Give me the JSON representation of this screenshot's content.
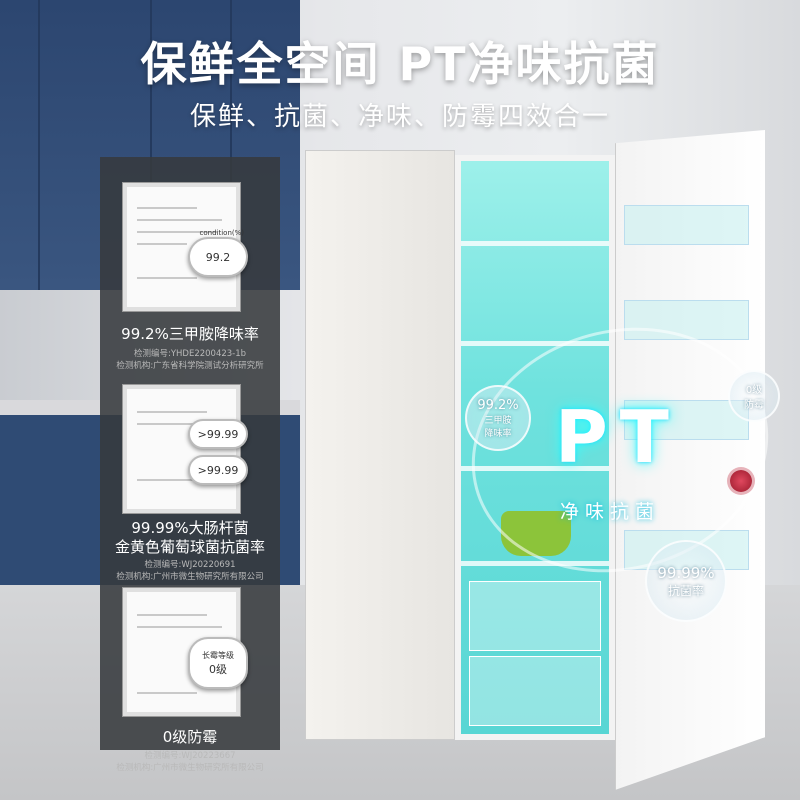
{
  "header": {
    "title": "保鲜全空间 PT净味抗菌",
    "subtitle": "保鲜、抗菌、净味、防霉四效合一"
  },
  "certificates": [
    {
      "lens_value": "99.2",
      "lens_label": "condition(%)",
      "title": "99.2%三甲胺降味率",
      "report_no": "检测编号:YHDE2200423-1b",
      "agency": "检测机构:广东省科学院测试分析研究所"
    },
    {
      "lens_value": ">99.99",
      "lens_value2": ">99.99",
      "title_line1": "99.99%大肠杆菌",
      "title_line2": "金黄色葡萄球菌抗菌率",
      "report_no": "检测编号:WJ20220691",
      "agency": "检测机构:广州市微生物研究所有限公司"
    },
    {
      "lens_label": "长霉等级",
      "lens_value": "0级",
      "title": "0级防霉",
      "report_no": "检测编号:WJ20223667",
      "agency": "检测机构:广州市微生物研究所有限公司"
    }
  ],
  "overlay": {
    "logo": "PT",
    "logo_sub": "净味抗菌",
    "badge_deodor": {
      "value": "99.2%",
      "label1": "三甲胺",
      "label2": "降味率"
    },
    "badge_mold": {
      "value": "0级",
      "label": "防霉"
    },
    "badge_antibac": {
      "value": "99.99%",
      "label": "抗菌率"
    }
  },
  "colors": {
    "panel": "#373a3e",
    "interior": "#7fe8e3",
    "cabinet": "#2f4b74"
  }
}
